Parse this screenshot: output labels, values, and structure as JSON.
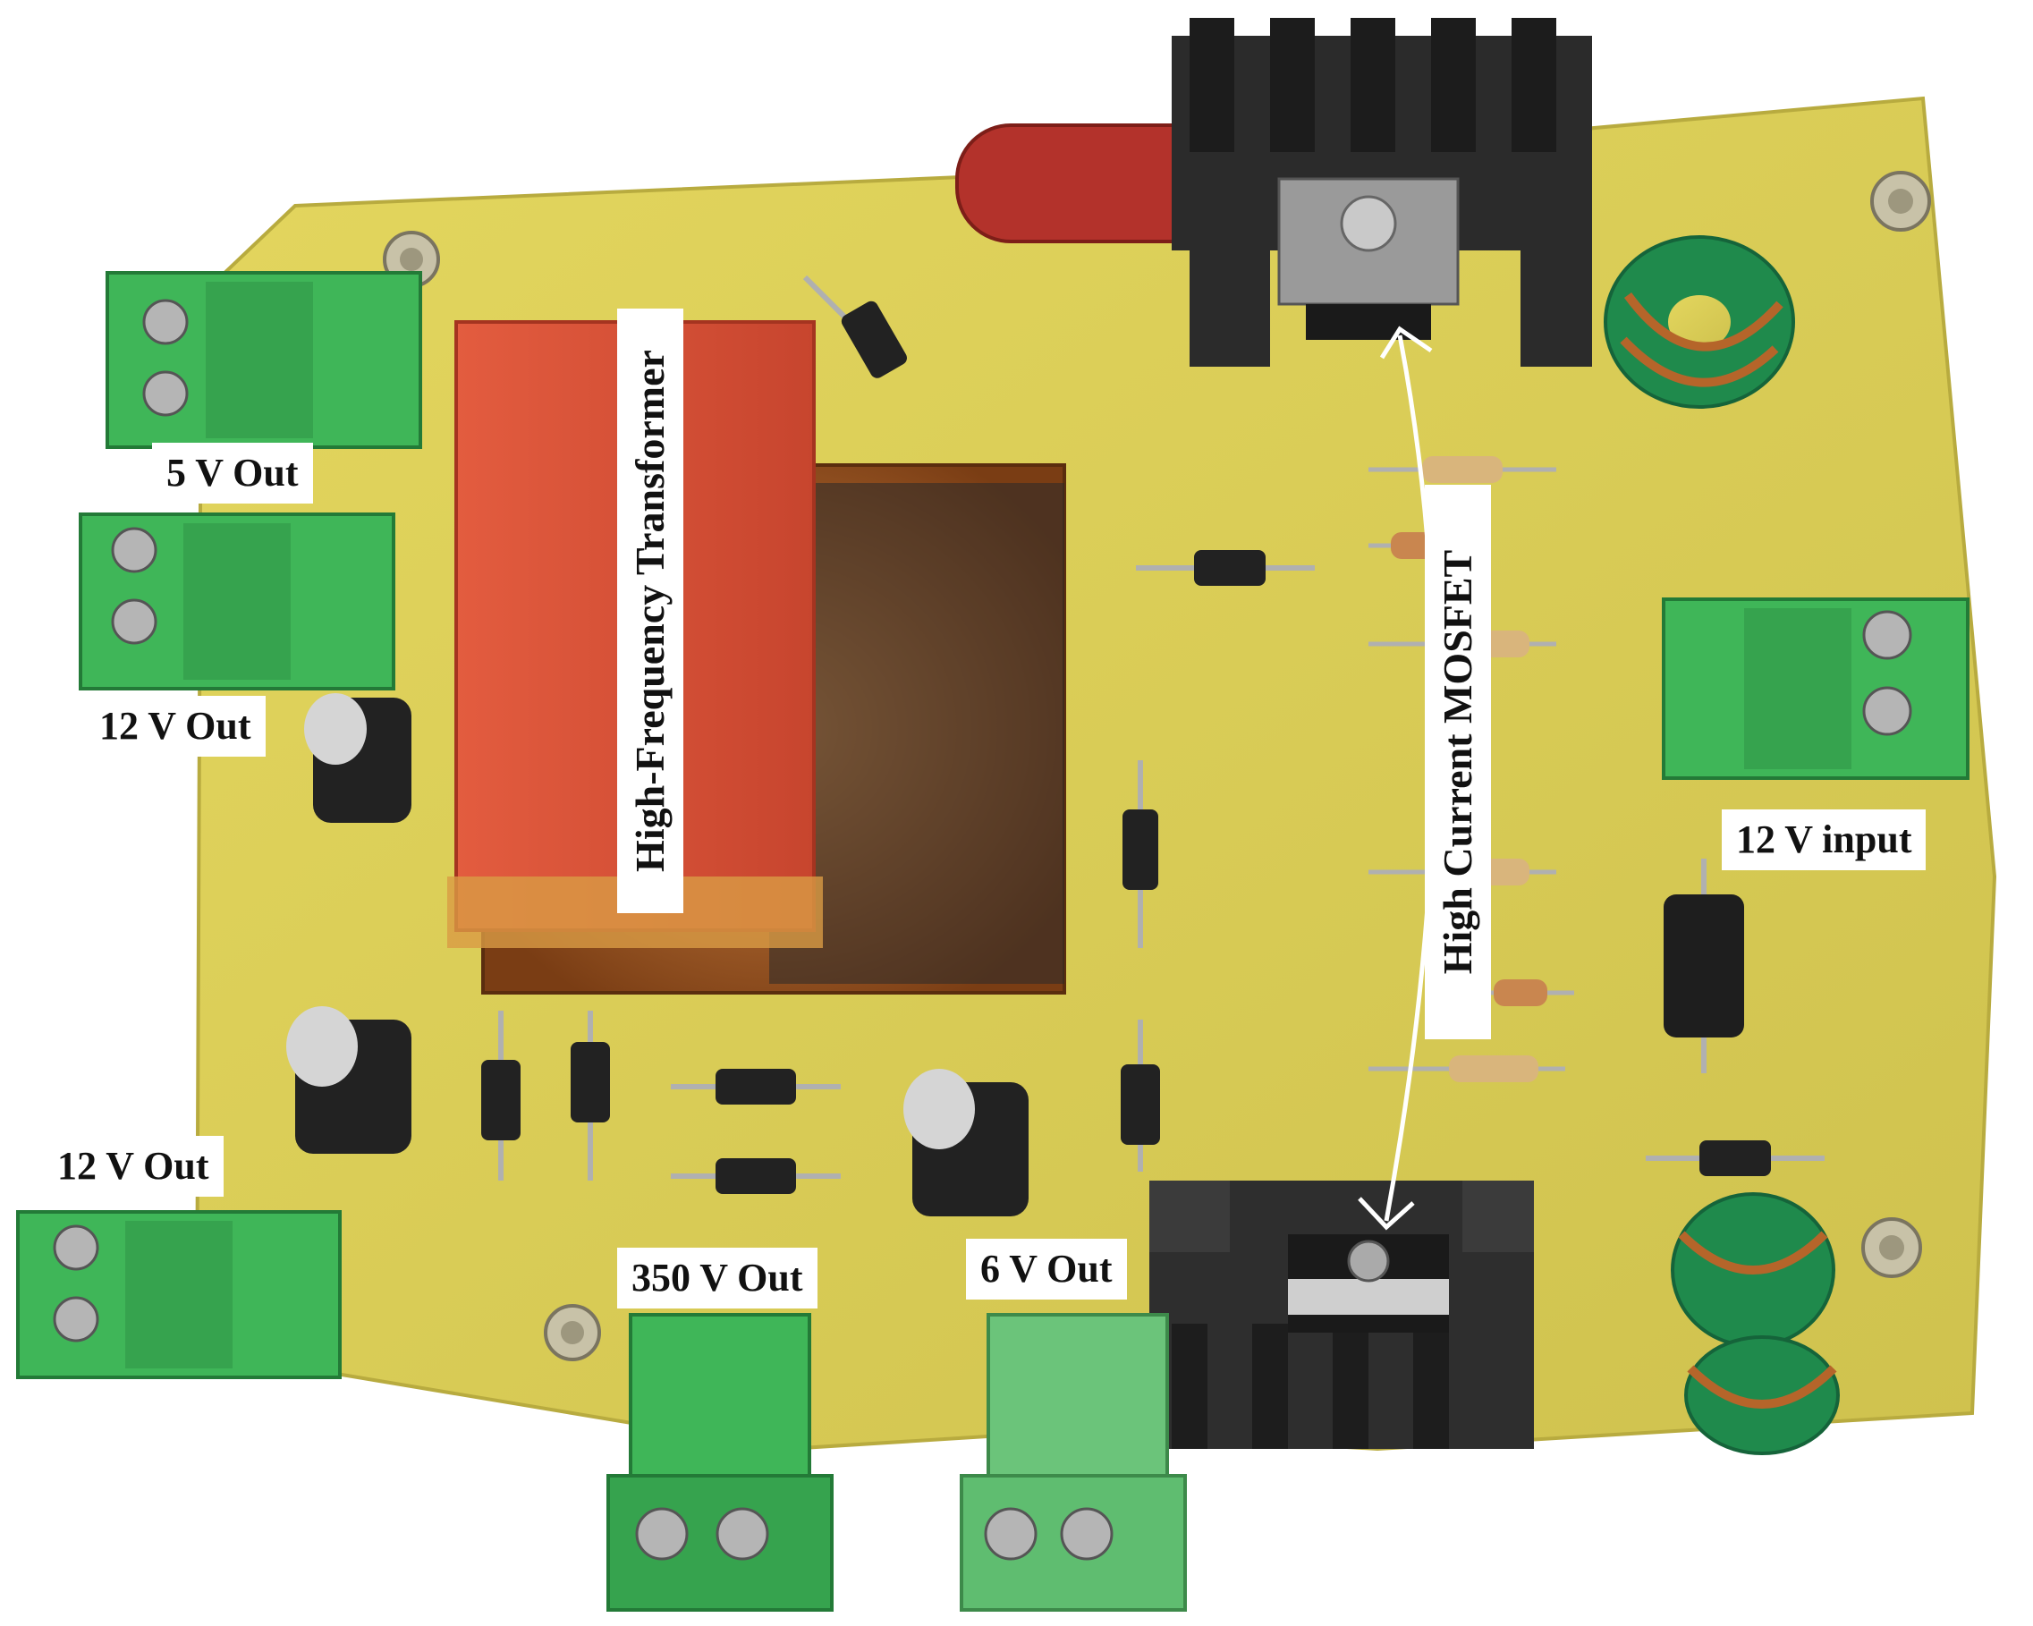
{
  "labels": {
    "out_5v": "5 V Out",
    "out_12v_upper": "12 V Out",
    "out_12v_lower": "12  V Out",
    "out_350v": "350  V Out",
    "out_6v": "6 V Out",
    "input_12v": "12 V  input",
    "transformer": "High-Frequency  Transformer",
    "mosfet": "High  Current  MOSFET"
  },
  "colors": {
    "pcb": "#d9cc56",
    "terminal_green": "#3fb658",
    "heatsink": "#2b2b2b",
    "transformer_tape": "#d9533a",
    "copper": "#b5652a",
    "toroid_core": "#1f8a4c",
    "capacitor": "#222222",
    "label_bg": "#ffffff"
  }
}
